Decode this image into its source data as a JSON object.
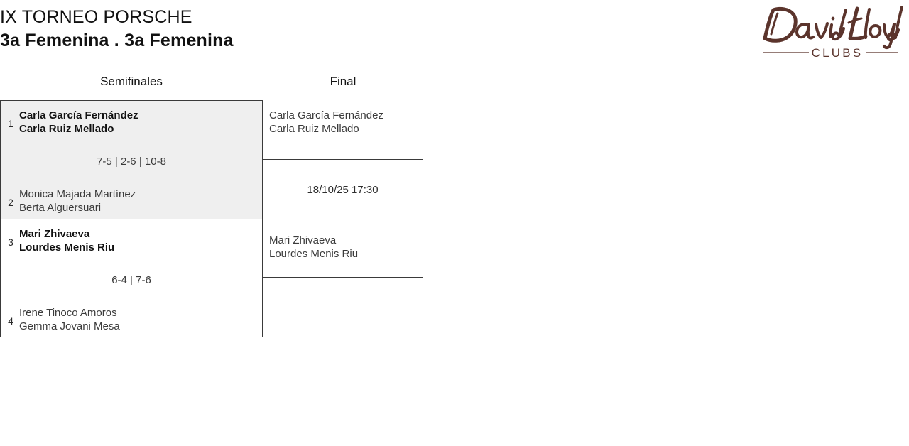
{
  "header": {
    "tournament": "IX TORNEO PORSCHE",
    "category": "3a Femenina . 3a Femenina"
  },
  "logo": {
    "name": "david-lloyd-clubs-logo",
    "wordmark": "David Lloyd",
    "subtext": "CLUBS",
    "color": "#5b342c"
  },
  "bracket": {
    "rounds": [
      {
        "key": "semifinals",
        "label": "Semifinales"
      },
      {
        "key": "final",
        "label": "Final"
      }
    ],
    "semifinals": [
      {
        "highlighted": true,
        "top": {
          "seed": "1",
          "players": [
            "Carla García Fernández",
            "Carla Ruiz Mellado"
          ],
          "winner": true
        },
        "bottom": {
          "seed": "2",
          "players": [
            "Monica Majada Martínez",
            "Berta Alguersuari"
          ],
          "winner": false
        },
        "score": "7-5 | 2-6 | 10-8"
      },
      {
        "highlighted": false,
        "top": {
          "seed": "3",
          "players": [
            "Mari Zhivaeva",
            "Lourdes Menis Riu"
          ],
          "winner": true
        },
        "bottom": {
          "seed": "4",
          "players": [
            "Irene Tinoco Amoros",
            "Gemma Jovani Mesa"
          ],
          "winner": false
        },
        "score": "6-4 | 7-6"
      }
    ],
    "final": {
      "top": {
        "players": [
          "Carla García Fernández",
          "Carla Ruiz Mellado"
        ],
        "winner": false
      },
      "bottom": {
        "players": [
          "Mari Zhivaeva",
          "Lourdes Menis Riu"
        ],
        "winner": false
      },
      "datetime": "18/10/25 17:30"
    }
  }
}
